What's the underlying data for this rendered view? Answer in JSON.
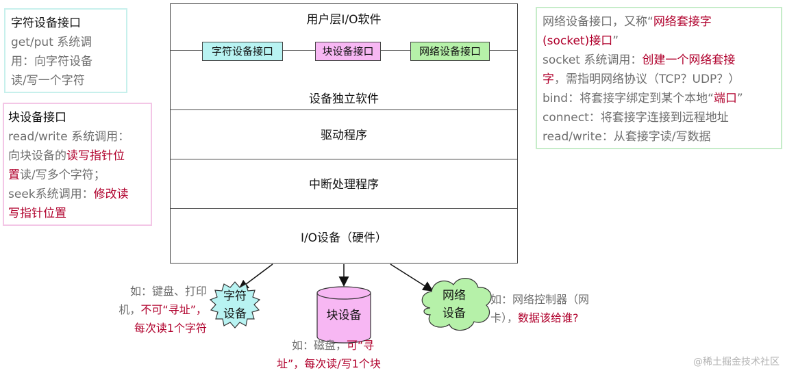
{
  "notes": {
    "char": {
      "title": "字符设备接口",
      "l1": "get/put 系统调",
      "l2": "用：向字符设备",
      "l3": "读/写一个字符"
    },
    "block": {
      "title": "块设备接口",
      "l1": "read/write 系统调用：",
      "l2a": "向块设备的",
      "l2b": "读写指针位",
      "l3a": "置",
      "l3b": "读/写多个字符；",
      "l4a": "seek系统调用：",
      "l4b": "修改读",
      "l5": "写指针位置"
    },
    "net": {
      "l1a": "网络设备接口，又称“",
      "l1b": "网络套接字",
      "l2a": "(socket)接口",
      "l2b": "”",
      "l3a": "socket 系统调用：",
      "l3b": "创建一个网络套接",
      "l4a": "字",
      "l4b": "，需指明网络协议（TCP？UDP？）",
      "l5a": "bind：将套接字绑定到某个本地“",
      "l5b": "端口",
      "l5c": "”",
      "l6": "connect：将套接字连接到远程地址",
      "l7": "read/write：从套接字读/写数据"
    }
  },
  "stack": {
    "title": "用户层I/O软件",
    "interfaces": [
      "字符设备接口",
      "块设备接口",
      "网络设备接口"
    ],
    "layers": [
      "设备独立软件",
      "驱动程序",
      "中断处理程序",
      "I/O设备（硬件）"
    ]
  },
  "devices": {
    "char": {
      "l1": "字符",
      "l2": "设备"
    },
    "block": {
      "label": "块设备"
    },
    "net": {
      "l1": "网络",
      "l2": "设备"
    }
  },
  "examples": {
    "char": {
      "l1": "如：键盘、打印",
      "l2a": "机，",
      "l2b": "不可“寻址”，",
      "l3": "每次读1个字符"
    },
    "block": {
      "l1a": "如：磁盘，",
      "l1b": "可“寻",
      "l2": "址”，每次读/写1个块"
    },
    "net": {
      "l1": "如：网络控制器（网",
      "l2a": "卡），",
      "l2b": "数据该给谁?"
    }
  },
  "watermark": "@稀土掘金技术社区",
  "colors": {
    "char_iface": "#b8f3f2",
    "block_iface": "#f7b7f3",
    "net_iface": "#b6f1a9",
    "emphasis": "#b0002c"
  }
}
